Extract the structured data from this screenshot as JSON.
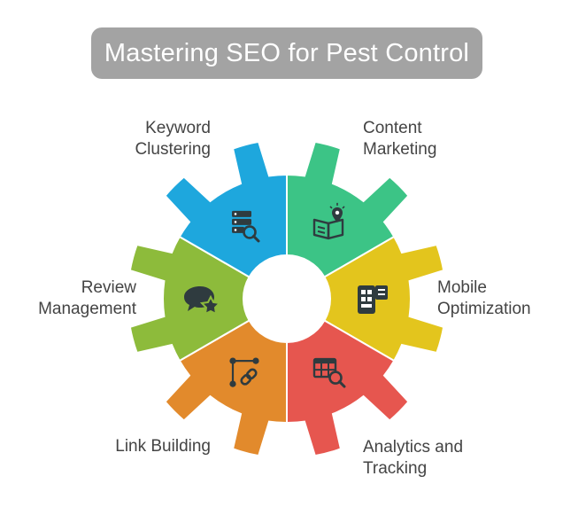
{
  "title": "Mastering SEO for Pest Control",
  "segments": [
    {
      "id": "content-marketing",
      "lines": [
        "Content",
        "Marketing"
      ],
      "color": "#3cc486",
      "icon": "book-map-pin-icon"
    },
    {
      "id": "mobile-optimization",
      "lines": [
        "Mobile",
        "Optimization"
      ],
      "color": "#e3c51d",
      "icon": "mobile-layout-icon"
    },
    {
      "id": "analytics-tracking",
      "lines": [
        "Analytics and",
        "Tracking"
      ],
      "color": "#e6564f",
      "icon": "table-search-icon"
    },
    {
      "id": "link-building",
      "lines": [
        "Link Building"
      ],
      "color": "#e28a2c",
      "icon": "chain-link-icon"
    },
    {
      "id": "review-management",
      "lines": [
        "Review",
        "Management"
      ],
      "color": "#8dbb3b",
      "icon": "chat-star-icon"
    },
    {
      "id": "keyword-clustering",
      "lines": [
        "Keyword",
        "Clustering"
      ],
      "color": "#1ea7dd",
      "icon": "server-search-icon"
    }
  ]
}
